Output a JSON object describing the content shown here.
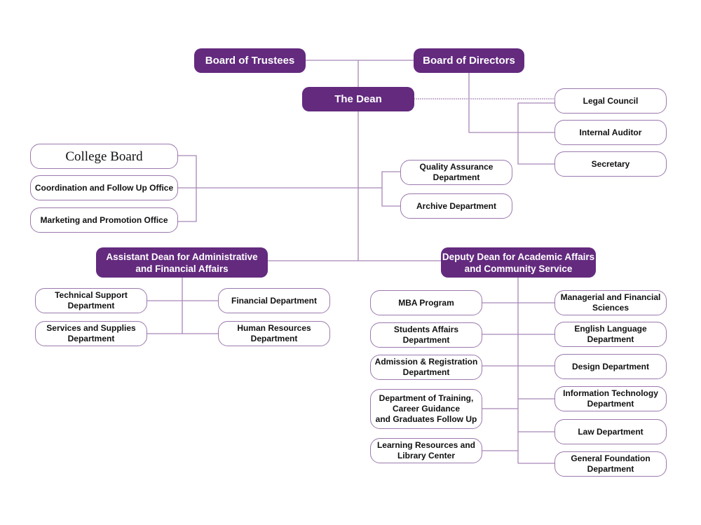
{
  "diagram_type": "organizational-chart",
  "colors": {
    "primary": "#632a7e",
    "line": "#9b79ad",
    "text": "#111111"
  },
  "top": {
    "board_of_trustees": "Board of Trustees",
    "board_of_directors": "Board of Directors",
    "dean": "The Dean"
  },
  "advisory": {
    "legal_council": "Legal Council",
    "internal_auditor": "Internal Auditor",
    "secretary": "Secretary"
  },
  "left_offices": {
    "college_board": "College Board",
    "coordination": "Coordination and Follow Up Office",
    "marketing": "Marketing and Promotion Office"
  },
  "center_units": {
    "quality_assurance": "Quality Assurance\nDepartment",
    "archive": "Archive Department"
  },
  "assistant_dean": {
    "title": "Assistant Dean for Administrative\nand Financial Affairs",
    "departments": [
      "Technical Support\nDepartment",
      "Services and Supplies\nDepartment",
      "Financial Department",
      "Human Resources\nDepartment"
    ]
  },
  "deputy_dean": {
    "title": "Deputy Dean for Academic Affairs\nand Community Service",
    "left_units": [
      "MBA Program",
      "Students Affairs\nDepartment",
      "Admission & Registration\nDepartment",
      "Department of Training,\nCareer Guidance\nand Graduates Follow Up",
      "Learning Resources and\nLibrary Center"
    ],
    "right_units": [
      "Managerial and Financial\nSciences",
      "English Language\nDepartment",
      "Design Department",
      "Information Technology\nDepartment",
      "Law Department",
      "General Foundation\nDepartment"
    ]
  }
}
